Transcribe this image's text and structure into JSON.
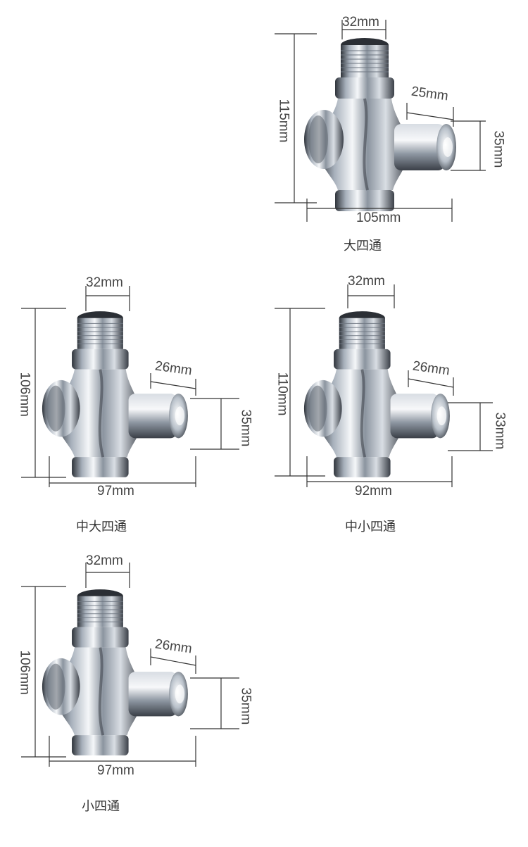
{
  "products": [
    {
      "name": "大四通",
      "top_width": "32mm",
      "button_depth": "25mm",
      "button_height": "35mm",
      "height": "115mm",
      "width": "105mm"
    },
    {
      "name": "中大四通",
      "top_width": "32mm",
      "button_depth": "26mm",
      "button_height": "35mm",
      "height": "106mm",
      "width": "97mm"
    },
    {
      "name": "中小四通",
      "top_width": "32mm",
      "button_depth": "26mm",
      "button_height": "33mm",
      "height": "110mm",
      "width": "92mm"
    },
    {
      "name": "小四通",
      "top_width": "32mm",
      "button_depth": "26mm",
      "button_height": "35mm",
      "height": "106mm",
      "width": "97mm"
    }
  ],
  "colors": {
    "chrome_dark": "#3a3f47",
    "chrome_mid": "#9aa3ae",
    "chrome_light": "#f4f6f8",
    "line": "#333333"
  }
}
